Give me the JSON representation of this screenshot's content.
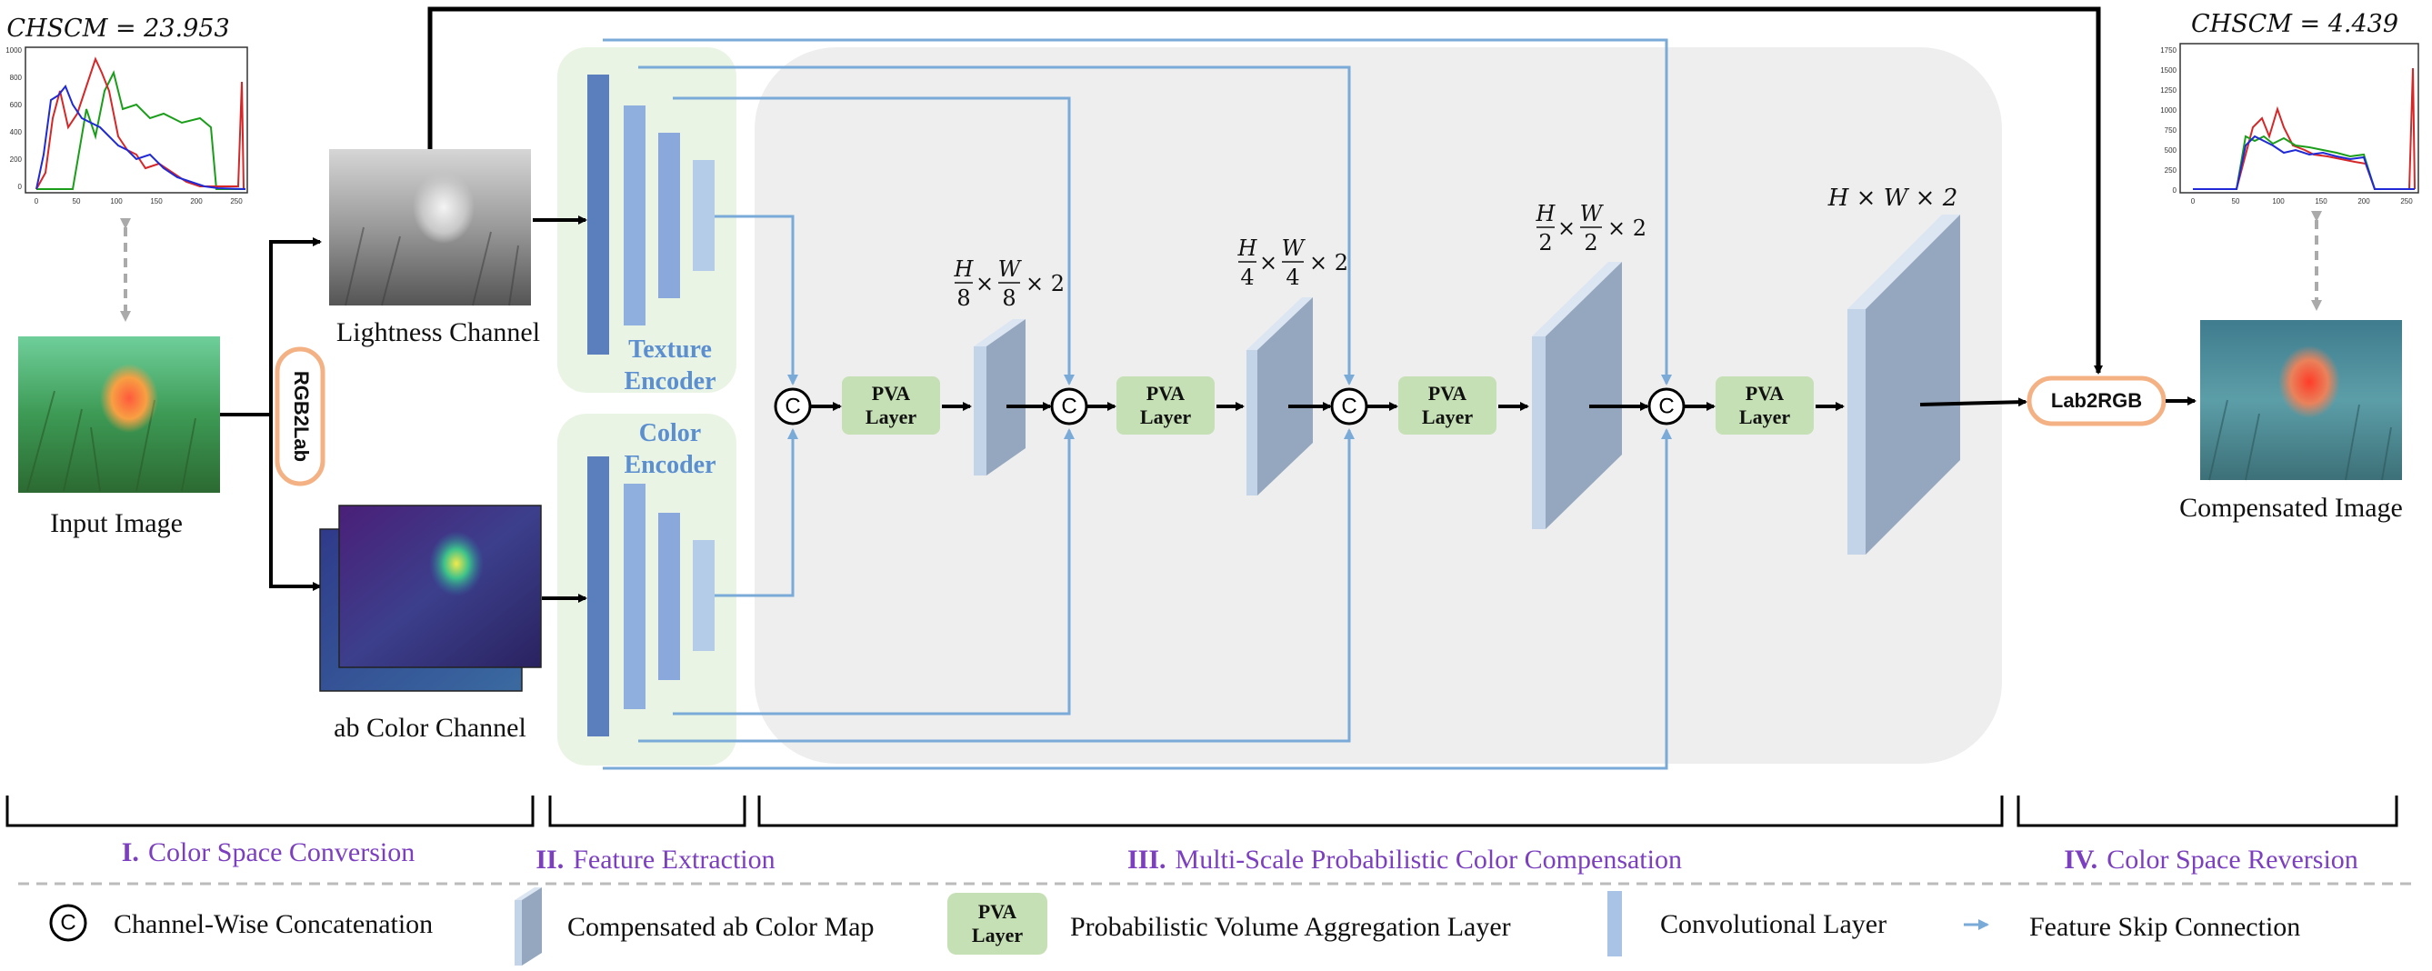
{
  "histograms": {
    "left": {
      "metric": "CHSCM = 23.953",
      "y_ticks": [
        "1000",
        "800",
        "600",
        "400",
        "200",
        "0"
      ],
      "x_ticks": [
        "0",
        "50",
        "100",
        "150",
        "200",
        "250"
      ]
    },
    "right": {
      "metric": "CHSCM = 4.439",
      "y_ticks": [
        "1750",
        "1500",
        "1250",
        "1000",
        "750",
        "500",
        "250",
        "0"
      ],
      "x_ticks": [
        "0",
        "50",
        "100",
        "150",
        "200",
        "250"
      ]
    }
  },
  "images": {
    "input": "Input Image",
    "lightness": "Lightness Channel",
    "ab": "ab Color Channel",
    "output": "Compensated Image"
  },
  "ops": {
    "rgb2lab": "RGB2Lab",
    "lab2rgb": "Lab2RGB",
    "pva_line1": "PVA",
    "pva_line2": "Layer",
    "concat_symbol": "C"
  },
  "encoders": {
    "texture": [
      "Texture",
      "Encoder"
    ],
    "color": [
      "Color",
      "Encoder"
    ]
  },
  "dims": {
    "d8": {
      "num1": "H",
      "den1": "8",
      "num2": "W",
      "den2": "8",
      "tail": "× 2",
      "times": "×"
    },
    "d4": {
      "num1": "H",
      "den1": "4",
      "num2": "W",
      "den2": "4",
      "tail": "× 2",
      "times": "×"
    },
    "d2": {
      "num1": "H",
      "den1": "2",
      "num2": "W",
      "den2": "2",
      "tail": "× 2",
      "times": "×"
    },
    "full": "H × W × 2"
  },
  "stages": [
    {
      "roman": "I.",
      "label": "Color Space Conversion"
    },
    {
      "roman": "II.",
      "label": "Feature Extraction"
    },
    {
      "roman": "III.",
      "label": "Multi-Scale Probabilistic Color Compensation"
    },
    {
      "roman": "IV.",
      "label": "Color Space Reversion"
    }
  ],
  "legend": [
    {
      "label": "Channel-Wise Concatenation"
    },
    {
      "label": "Compensated ab Color Map"
    },
    {
      "label": "Probabilistic Volume Aggregation Layer"
    },
    {
      "label": "Convolutional Layer"
    },
    {
      "label": "Feature Skip Connection"
    }
  ],
  "colors": {
    "stage_purple": "#7b3fc0",
    "encoder_blue": "#5b8fd0",
    "skip_blue": "#7aaad8",
    "pva_green": "#c5e0b4",
    "encoder_bg": "#eaf4e4",
    "stage3_bg": "#eeeeee",
    "feature_map": "#94a7be",
    "rgb_orange": "#f4b183"
  }
}
